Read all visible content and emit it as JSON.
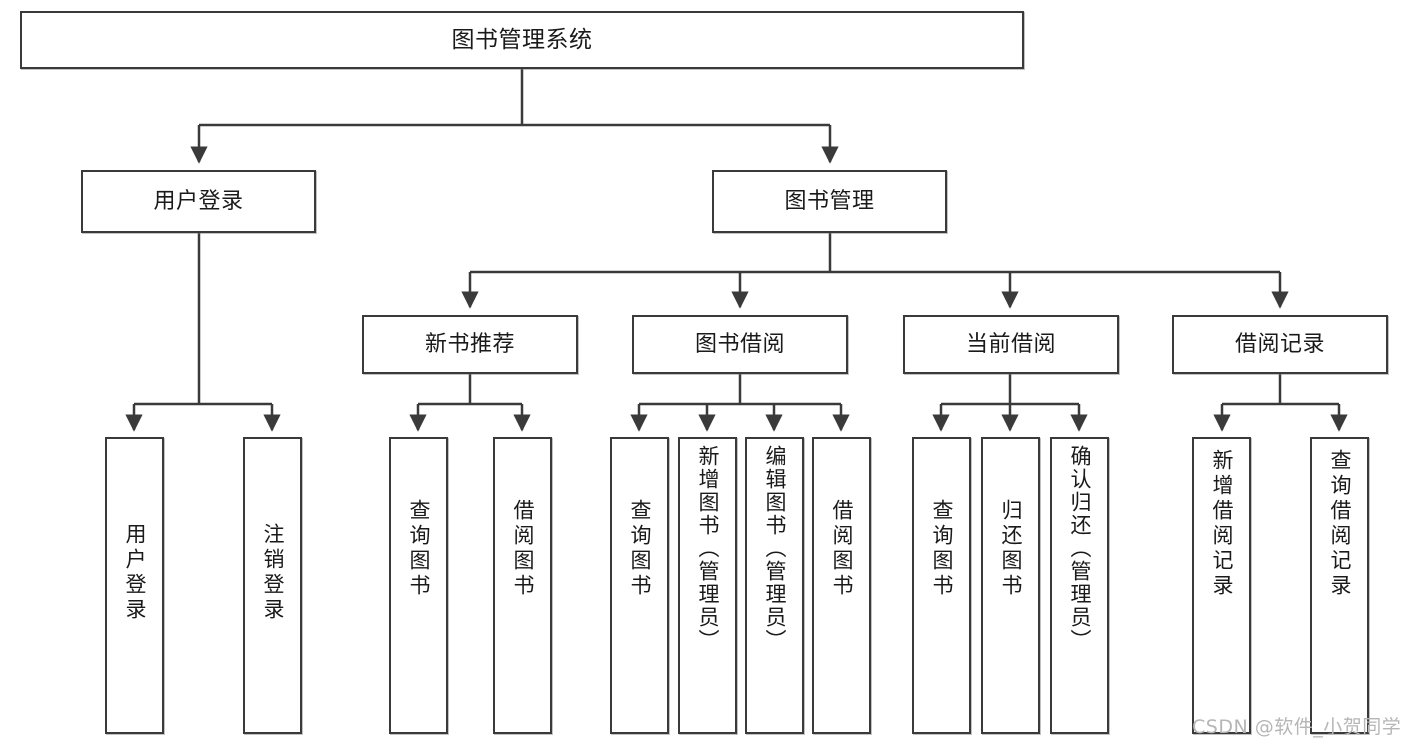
{
  "diagram": {
    "title": "图书管理系统",
    "type": "tree-structure-chart",
    "stroke_color": "#3a3a3a",
    "background_color": "#ffffff",
    "watermark": "CSDN @软件_小贺同学"
  },
  "nodes": {
    "root": {
      "label": "图书管理系统"
    },
    "level2": [
      {
        "id": "user-login",
        "label": "用户登录"
      },
      {
        "id": "book-management",
        "label": "图书管理"
      }
    ],
    "level3": [
      {
        "id": "new-book-recommend",
        "label": "新书推荐"
      },
      {
        "id": "book-borrow",
        "label": "图书借阅"
      },
      {
        "id": "current-borrow",
        "label": "当前借阅"
      },
      {
        "id": "borrow-record",
        "label": "借阅记录"
      }
    ],
    "leaves": {
      "user-login": [
        {
          "id": "leaf-user-login",
          "label": "用户登录"
        },
        {
          "id": "leaf-logout-login",
          "label": "注销登录"
        }
      ],
      "new-book-recommend": [
        {
          "id": "leaf-query-book-1",
          "label": "查询图书"
        },
        {
          "id": "leaf-borrow-book-1",
          "label": "借阅图书"
        }
      ],
      "book-borrow": [
        {
          "id": "leaf-query-book-2",
          "label": "查询图书"
        },
        {
          "id": "leaf-add-book",
          "label": "新增图书（管理员）"
        },
        {
          "id": "leaf-edit-book",
          "label": "编辑图书（管理员）"
        },
        {
          "id": "leaf-borrow-book-2",
          "label": "借阅图书"
        }
      ],
      "current-borrow": [
        {
          "id": "leaf-query-book-3",
          "label": "查询图书"
        },
        {
          "id": "leaf-return-book",
          "label": "归还图书"
        },
        {
          "id": "leaf-confirm-return",
          "label": "确认归还（管理员）"
        }
      ],
      "borrow-record": [
        {
          "id": "leaf-add-record",
          "label": "新增借阅记录"
        },
        {
          "id": "leaf-query-record",
          "label": "查询借阅记录"
        }
      ]
    }
  }
}
